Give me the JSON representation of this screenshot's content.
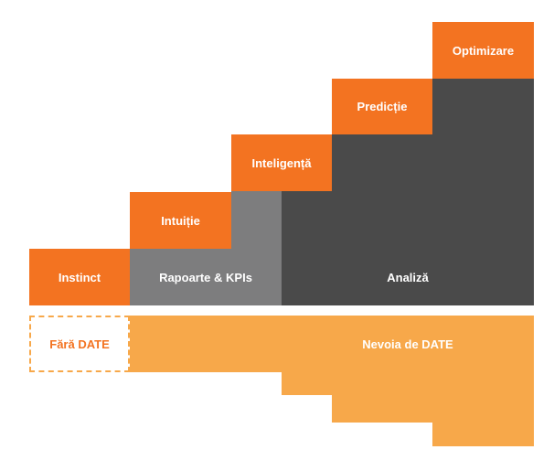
{
  "steps": {
    "instinct": "Instinct",
    "intuitie": "Intuiție",
    "inteligenta": "Inteligență",
    "predictie": "Predicție",
    "optimizare": "Optimizare"
  },
  "bases": {
    "rapoarte": "Rapoarte & KPIs",
    "analiza": "Analiză"
  },
  "data_need": {
    "no_data": "Fără DATE",
    "need": "Nevoia de DATE"
  },
  "colors": {
    "orange": "#f37321",
    "dark_grey": "#4a4a4a",
    "mid_grey": "#7d7d7e",
    "light_orange": "#f7a84a"
  }
}
